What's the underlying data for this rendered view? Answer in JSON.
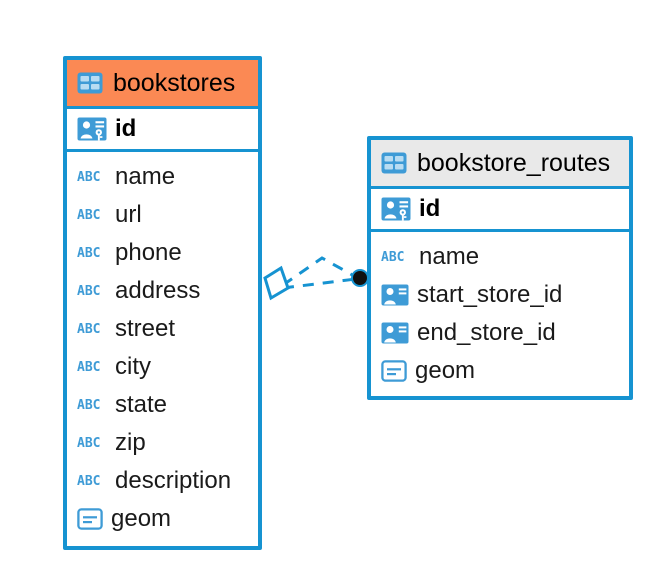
{
  "diagram": {
    "type": "entity-relationship-diagram",
    "background_color": "#ffffff",
    "accent_color": "#1693d1",
    "highlight_color": "#fb8954",
    "icon_color": "#3e9bd6",
    "entities": [
      {
        "name": "bookstores",
        "header_style": "orange",
        "header_color": "#fb8954",
        "table_icon": "table-icon",
        "primary_key": {
          "label": "id",
          "icon": "primary-key-icon"
        },
        "fields": [
          {
            "label": "name",
            "icon": "text-abc-icon"
          },
          {
            "label": "url",
            "icon": "text-abc-icon"
          },
          {
            "label": "phone",
            "icon": "text-abc-icon"
          },
          {
            "label": "address",
            "icon": "text-abc-icon"
          },
          {
            "label": "street",
            "icon": "text-abc-icon"
          },
          {
            "label": "city",
            "icon": "text-abc-icon"
          },
          {
            "label": "state",
            "icon": "text-abc-icon"
          },
          {
            "label": "zip",
            "icon": "text-abc-icon"
          },
          {
            "label": "description",
            "icon": "text-abc-icon"
          },
          {
            "label": "geom",
            "icon": "geometry-icon"
          }
        ]
      },
      {
        "name": "bookstore_routes",
        "header_style": "grey",
        "header_color": "#e9e9e9",
        "table_icon": "table-icon",
        "primary_key": {
          "label": "id",
          "icon": "primary-key-icon"
        },
        "fields": [
          {
            "label": "name",
            "icon": "text-abc-icon"
          },
          {
            "label": "start_store_id",
            "icon": "foreign-key-icon"
          },
          {
            "label": "end_store_id",
            "icon": "foreign-key-icon"
          },
          {
            "label": "geom",
            "icon": "geometry-icon"
          }
        ]
      }
    ],
    "relationships": [
      {
        "from": "bookstores",
        "to": "bookstore_routes",
        "source_endpoint": "rhombus",
        "target_endpoint": "filled-circle",
        "line_style": "dashed",
        "line_color": "#1693d1"
      },
      {
        "from": "bookstores",
        "to": "bookstore_routes",
        "source_endpoint": "rhombus",
        "target_endpoint": "filled-circle",
        "line_style": "dashed",
        "line_color": "#1693d1"
      }
    ]
  }
}
